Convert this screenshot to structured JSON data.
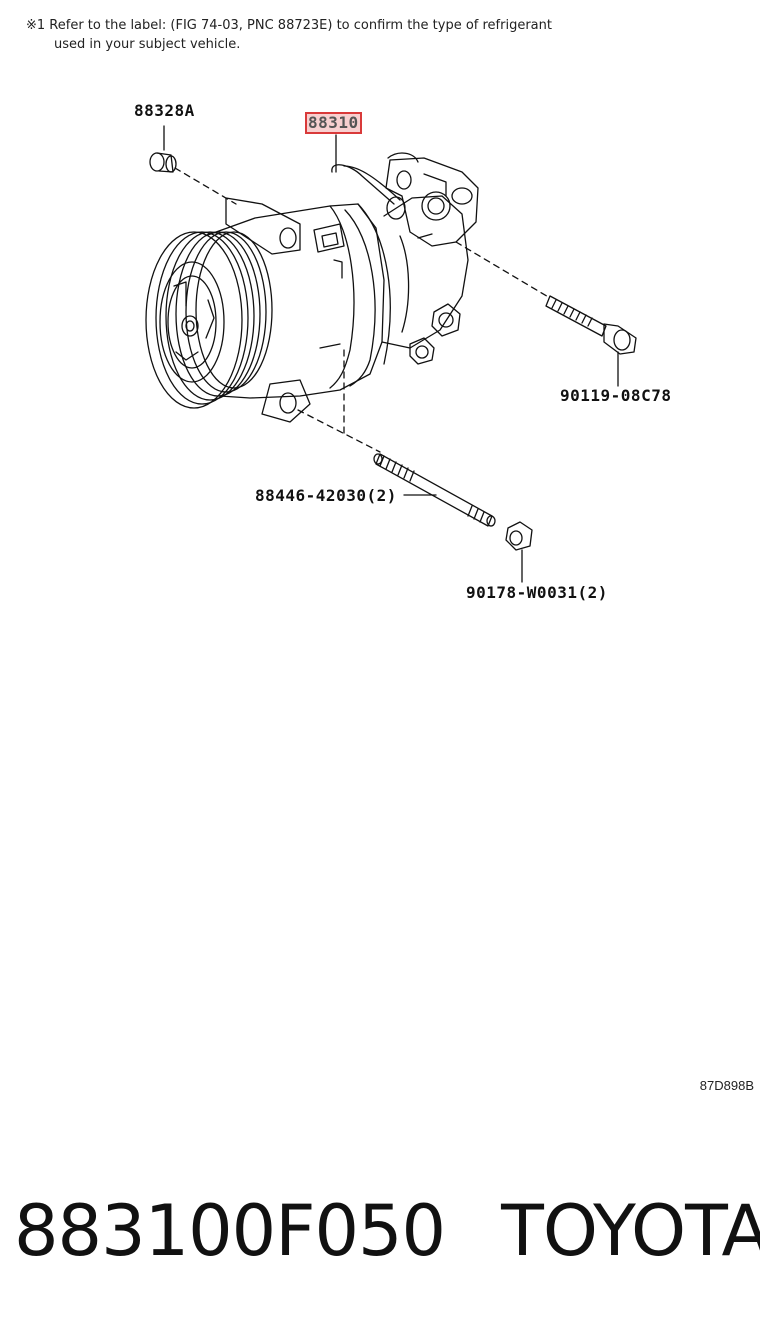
{
  "note": {
    "line1": "※1 Refer to the label: (FIG 74-03, PNC 88723E) to confirm the type of refrigerant",
    "line2": "used in your subject vehicle."
  },
  "callouts": {
    "cap": "88328A",
    "compressor": "88310",
    "bolt": "90119-08C78",
    "stud": "88446-42030(2)",
    "nut": "90178-W0031(2)"
  },
  "figure_code": "87D898B",
  "footer": {
    "part_number": "883100F050",
    "brand": "TOYOTA"
  },
  "colors": {
    "highlight_border": "#d93a3a",
    "highlight_fill": "#eb7878",
    "line": "#111111"
  }
}
